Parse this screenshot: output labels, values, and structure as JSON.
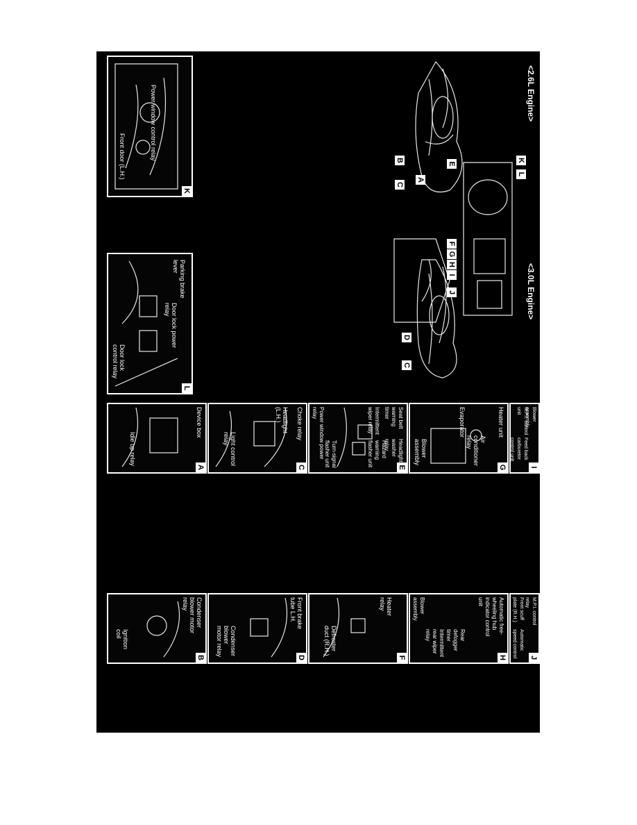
{
  "engine_views": {
    "left_heading": "<2.6L Engine>",
    "right_heading": "<3.0L Engine>"
  },
  "callouts": {
    "left_engine": [
      "A",
      "B",
      "C"
    ],
    "right_engine": [
      "D",
      "C"
    ],
    "dash": [
      "E",
      "F",
      "G",
      "H",
      "I",
      "J"
    ],
    "door": [
      "K",
      "L"
    ]
  },
  "panels": {
    "K": {
      "tag": "K",
      "labels": [
        "Power window control relay",
        "Front door (L.H.)"
      ]
    },
    "L": {
      "tag": "L",
      "labels": [
        "Parking brake lever",
        "Door lock power relay",
        "Door lock control relay"
      ]
    },
    "A": {
      "tag": "A",
      "labels": [
        "Device box",
        "Idle up relay"
      ]
    },
    "C": {
      "tag": "C",
      "labels": [
        "Choke relay",
        "Headlight (L.H.)",
        "Light control relay"
      ]
    },
    "E": {
      "tag": "E",
      "labels": [
        "Seat belt warning timer",
        "Intermittent wiper relay",
        "Headlight washer relay",
        "Hazard warning flasher unit",
        "Turn-signal flasher unit",
        "Power window power relay"
      ]
    },
    "G": {
      "tag": "G",
      "labels": [
        "Heater unit",
        "Evaporator",
        "Air conditioner relay",
        "Blower assembly"
      ]
    },
    "I": {
      "tag": "I",
      "labels": [
        "Blower assembly",
        "M.P.I. control unit",
        "Feed back carburetor control unit"
      ]
    },
    "B": {
      "tag": "B",
      "labels": [
        "Condenser blower motor relay",
        "Ignition coil"
      ]
    },
    "D": {
      "tag": "D",
      "labels": [
        "Front brake tube L.H.",
        "Condenser blower motor relay"
      ]
    },
    "F": {
      "tag": "F",
      "labels": [
        "Heater relay",
        "Defroster duct (R.H.)"
      ]
    },
    "H": {
      "tag": "H",
      "labels": [
        "Automatic free-wheeling hub indicator control unit",
        "Blower assembly",
        "Intermittent rear wiper relay",
        "Rear defogger timer"
      ]
    },
    "J": {
      "tag": "J",
      "labels": [
        "M.P.I. control relay",
        "Front scuff plate (R.H.)",
        "Automatic speed control unit"
      ]
    }
  }
}
